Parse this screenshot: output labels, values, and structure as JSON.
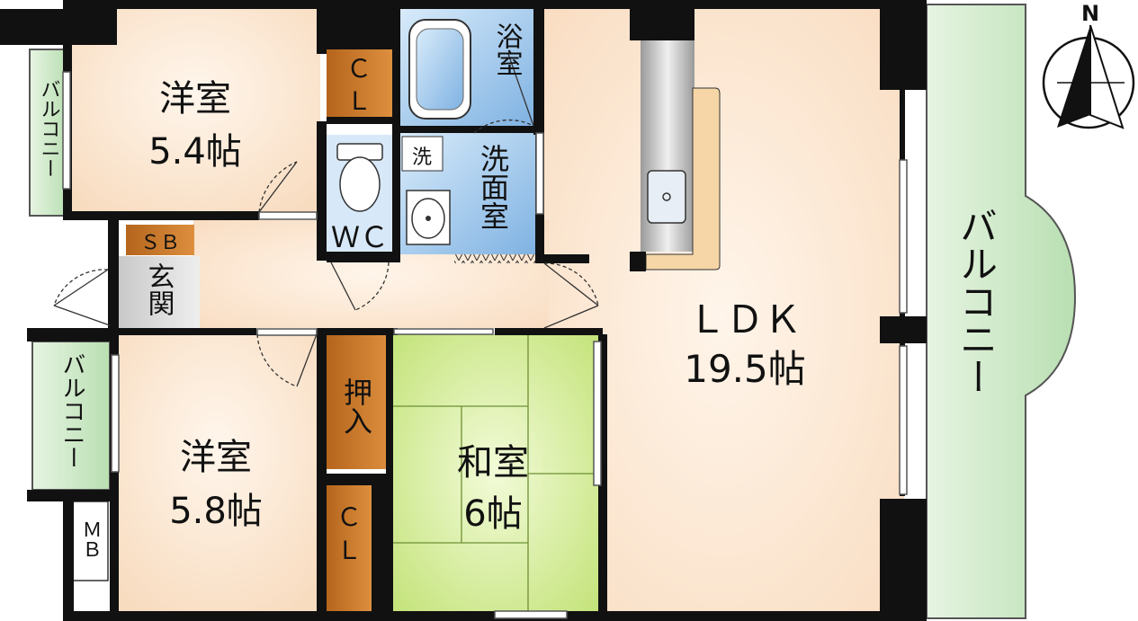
{
  "compass": {
    "north": "N"
  },
  "rooms": {
    "western1": {
      "name": "洋室",
      "size": "5.4帖"
    },
    "western2": {
      "name": "洋室",
      "size": "5.8帖"
    },
    "japanese": {
      "name": "和室",
      "size": "6帖"
    },
    "ldk": {
      "name": "ＬＤＫ",
      "size": "19.5帖"
    },
    "closet1": {
      "line1": "Ｃ",
      "line2": "Ｌ"
    },
    "closet2": {
      "line1": "Ｃ",
      "line2": "Ｌ"
    },
    "oshiire": "押入",
    "shoebox": "ＳＢ",
    "entrance": "玄関",
    "bath": "浴室",
    "washroom": "洗面室",
    "washer": "洗",
    "wc": "ＷＣ",
    "mb": "ＭＢ",
    "balcony_main": "バルコニー",
    "balcony_west_top": "バルコニー",
    "balcony_west_bottom": "バルコニー"
  },
  "colors": {
    "wall": "#111111",
    "floor_room": "#fbe2c8",
    "floor_ldk": "#fce7d4",
    "tatami": "#d8ef9a",
    "balcony": "#cfe9c9",
    "wood": "#c9772a",
    "bath_tile": "#9cc6ea",
    "entry_floor": "#d9d9d9"
  }
}
